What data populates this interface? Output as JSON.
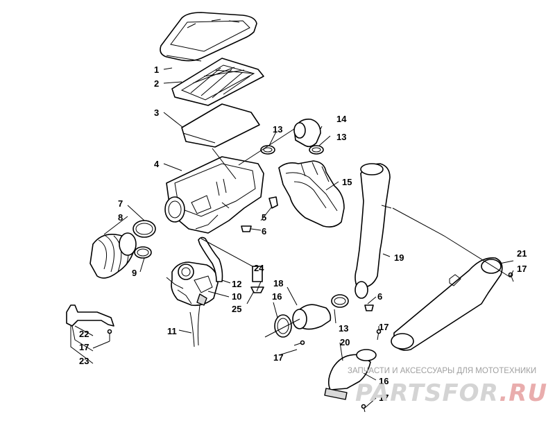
{
  "callouts": {
    "c1": "1",
    "c2": "2",
    "c3": "3",
    "c4": "4",
    "c5": "5",
    "c6a": "6",
    "c6b": "6",
    "c7": "7",
    "c8": "8",
    "c9": "9",
    "c10": "10",
    "c11": "11",
    "c12": "12",
    "c13a": "13",
    "c13b": "13",
    "c13c": "13",
    "c14": "14",
    "c15": "15",
    "c16a": "16",
    "c16b": "16",
    "c17a": "17",
    "c17b": "17",
    "c17c": "17",
    "c17d": "17",
    "c17e": "17",
    "c18": "18",
    "c19": "19",
    "c20": "20",
    "c21": "21",
    "c22": "22",
    "c23": "23",
    "c24": "24",
    "c25": "25"
  },
  "watermark": {
    "caption": "ЗАПЧАСТИ И АКСЕССУАРЫ ДЛЯ МОТОТЕХНИКИ",
    "logo_main": "PARTSFOR",
    "logo_suffix": ".RU"
  }
}
